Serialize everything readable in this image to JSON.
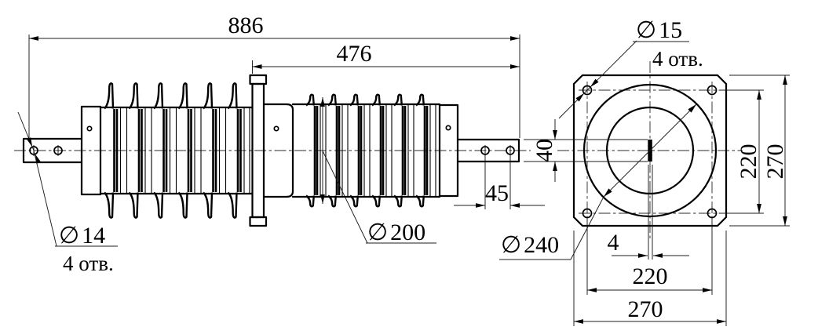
{
  "drawing": {
    "background": "#ffffff",
    "line_color": "#000000",
    "side_view": {
      "overall_length": "886",
      "flange_to_end_length": "476",
      "terminal_hole_spacing": "45",
      "terminal_bar_height": "40",
      "terminal_holes_dia_symbol": "∅",
      "terminal_holes_dia": "14",
      "terminal_holes_count": "4 отв.",
      "shed_dia_symbol": "∅",
      "shed_dia": "200"
    },
    "front_view": {
      "mount_holes_dia_symbol": "∅",
      "mount_holes_dia": "15",
      "mount_holes_count": "4 отв.",
      "outer_shed_dia_symbol": "∅",
      "outer_shed_dia": "240",
      "blade_thickness": "4",
      "hole_spacing_horizontal": "220",
      "flange_width": "270",
      "hole_spacing_vertical": "220",
      "flange_height": "270"
    }
  }
}
